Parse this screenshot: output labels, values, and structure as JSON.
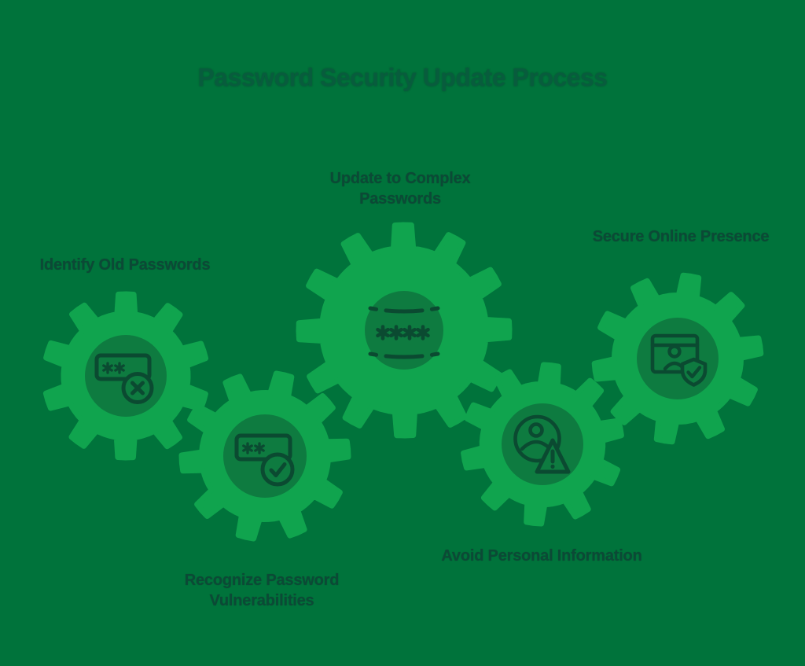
{
  "title": "Password Security Update Process",
  "steps": [
    {
      "label": "Identify Old Passwords",
      "icon": "old-password-rejected-icon"
    },
    {
      "label": "Recognize Password\nVulnerabilities",
      "icon": "password-approved-icon"
    },
    {
      "label": "Update to Complex\nPasswords",
      "icon": "complex-password-asterisks-icon"
    },
    {
      "label": "Avoid Personal Information",
      "icon": "person-warning-icon"
    },
    {
      "label": "Secure Online Presence",
      "icon": "browser-shield-check-icon"
    }
  ],
  "colors": {
    "background": "#00733B",
    "gear": "#10A44E",
    "gear_hub": "#0E7B40",
    "icon_stroke": "#0B4A31",
    "title_text": "#085C3D",
    "label_text": "#0C4936"
  }
}
